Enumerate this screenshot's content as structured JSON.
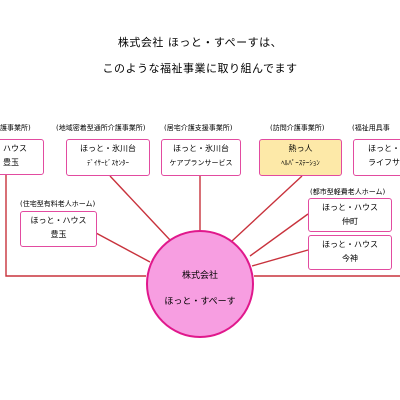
{
  "heading": {
    "line1": "株式会社 ほっと・すぺーすは、",
    "line2": "このような福祉事業に取り組んでます"
  },
  "center": {
    "line1": "株式会社",
    "line2": "ほっと・すぺーす"
  },
  "colors": {
    "border": "#e24ba0",
    "center_fill": "#f79ee1",
    "center_border": "#e0188c",
    "highlight_fill": "#fde9a8",
    "line": "#c8323c"
  },
  "services": [
    {
      "category": "護事業所)",
      "name1": "・ハウス",
      "name2": "豊玉"
    },
    {
      "category": "(地域密着型通所介護事業所)",
      "name1": "ほっと・氷川台",
      "name2": "ﾃﾞｲｻｰﾋﾞｽｾﾝﾀｰ"
    },
    {
      "category": "(居宅介護支援事業所)",
      "name1": "ほっと・氷川台",
      "name2": "ケアプランサービス"
    },
    {
      "category": "(訪問介護事業所)",
      "name1": "熱っ人",
      "name2": "ﾍﾙﾊﾟｰｽﾃｰｼｮﾝ"
    },
    {
      "category": "(福祉用具事",
      "name1": "ほっと・",
      "name2": "ライフサ"
    },
    {
      "category": "(住宅型有料老人ホーム)",
      "name1": "ほっと・ハウス",
      "name2": "豊玉"
    },
    {
      "category": "(都市型軽費老人ホーム)",
      "name1": "ほっと・ハウス",
      "name2": "仲町"
    },
    {
      "category": "",
      "name1": "ほっと・ハウス",
      "name2": "今神"
    }
  ]
}
